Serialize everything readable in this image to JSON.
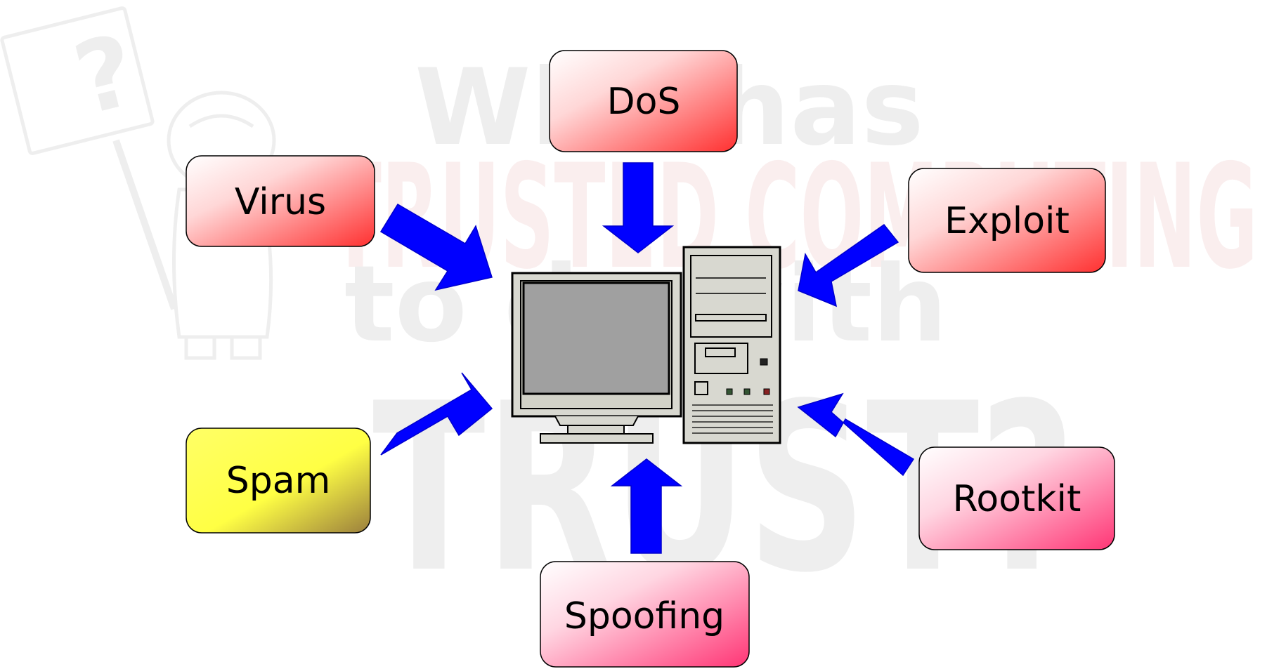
{
  "diagram": {
    "watermark": {
      "line1": "Who has",
      "line2": "TRUSTED COMPUTING",
      "line3": "to do with",
      "line4": "TRUST?",
      "sign_mark": "?"
    },
    "center": {
      "icon": "desktop-computer-icon"
    },
    "nodes": [
      {
        "id": "dos",
        "label": "DoS",
        "style": "red"
      },
      {
        "id": "virus",
        "label": "Virus",
        "style": "red"
      },
      {
        "id": "exploit",
        "label": "Exploit",
        "style": "red"
      },
      {
        "id": "spam",
        "label": "Spam",
        "style": "yellow"
      },
      {
        "id": "rootkit",
        "label": "Rootkit",
        "style": "pink"
      },
      {
        "id": "spoofing",
        "label": "Spoofing",
        "style": "pink"
      }
    ],
    "arrow_color": "#0000ff",
    "fill_colors": {
      "red": [
        "#ffffff",
        "#ff3333"
      ],
      "pink": [
        "#ffffff",
        "#ff3377"
      ],
      "yellow": [
        "#ffff66",
        "#9b7f3d"
      ]
    }
  }
}
